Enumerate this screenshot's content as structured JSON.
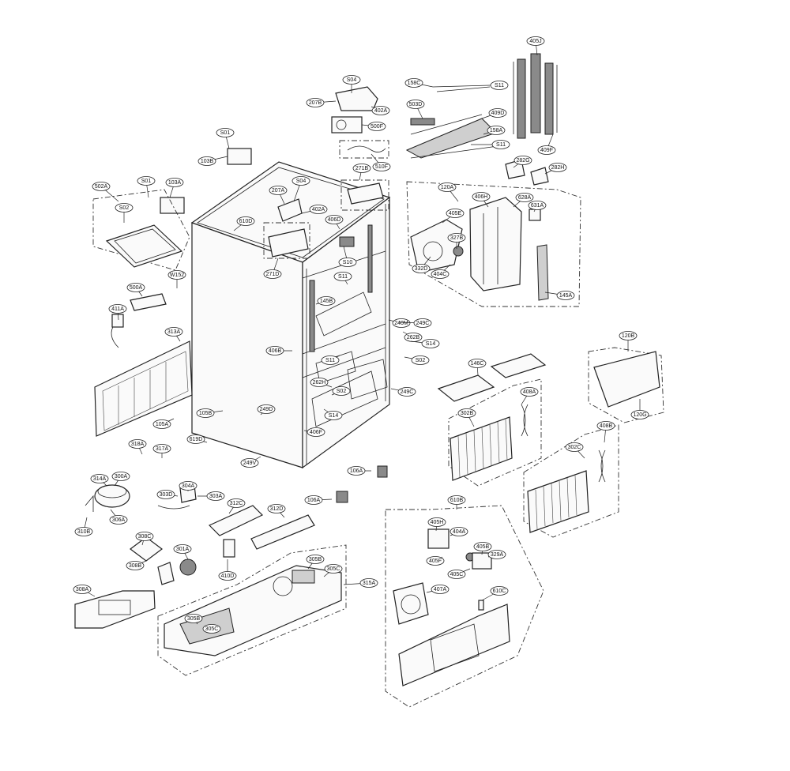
{
  "diagram": {
    "labels": [
      "405J",
      "158C",
      "S11",
      "503D",
      "409D",
      "158A",
      "S11",
      "409F",
      "282G",
      "282H",
      "S04",
      "207B",
      "402A",
      "500F",
      "510F",
      "271B",
      "S01",
      "103B",
      "502A",
      "S01",
      "103A",
      "S02",
      "207A",
      "S04",
      "402A",
      "406D",
      "610D",
      "271D",
      "S10",
      "120A",
      "406H",
      "405E",
      "628A",
      "631A",
      "327B",
      "332D",
      "404C",
      "145A",
      "W152",
      "500A",
      "411A",
      "313A",
      "S11",
      "145B",
      "406B",
      "S11",
      "240M",
      "249C",
      "262B",
      "S14",
      "S02",
      "262H",
      "S02",
      "249C",
      "S14",
      "249D",
      "406F",
      "105B",
      "105A",
      "249V",
      "619D",
      "146C",
      "408A",
      "302B",
      "120B",
      "120G",
      "408B",
      "302C",
      "318A",
      "317A",
      "314A",
      "300A",
      "306A",
      "310B",
      "303D",
      "304A",
      "303A",
      "106A",
      "106A",
      "312C",
      "312D",
      "410D",
      "308C",
      "308B",
      "301A",
      "308A",
      "305B",
      "305C",
      "315A",
      "305B",
      "305C",
      "610B",
      "405H",
      "404A",
      "405B",
      "405F",
      "405C",
      "329A",
      "407A",
      "610C"
    ]
  }
}
